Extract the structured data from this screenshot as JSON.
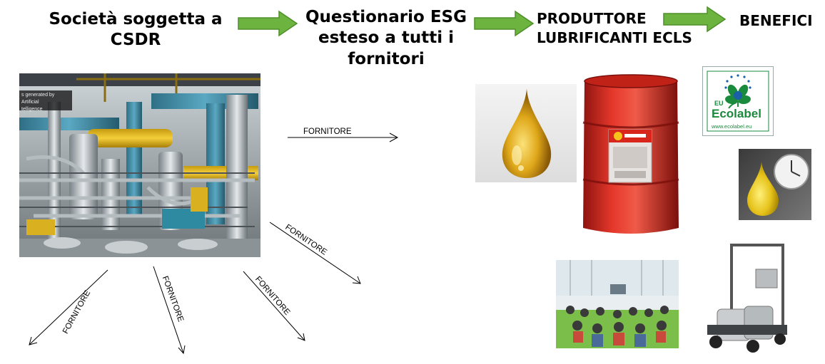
{
  "headers": {
    "societa": [
      "Società soggetta a",
      "CSDR"
    ],
    "questionario": [
      "Questionario ESG",
      "esteso a tutti i",
      "fornitori"
    ],
    "produttore": [
      "PRODUTTORE",
      "LUBRIFICANTI  ECLS"
    ],
    "benefici": "BENEFICI"
  },
  "photo_overlay": [
    "s generated by Artificial",
    "telligence"
  ],
  "arrow_label": "FORNITORE",
  "ecolabel": {
    "eu": "EU",
    "name": "Ecolabel",
    "url": "www.ecolabel.eu"
  },
  "colors": {
    "arrow_green": "#6cb33f",
    "barrel_red": "#d8261c",
    "oil_gold": "#e0a81a"
  },
  "icons": [
    "green-arrow-icon",
    "oil-drop-icon",
    "oil-barrel-icon",
    "eu-ecolabel-logo",
    "oil-drop-clock-icon",
    "filtration-cart-icon"
  ]
}
